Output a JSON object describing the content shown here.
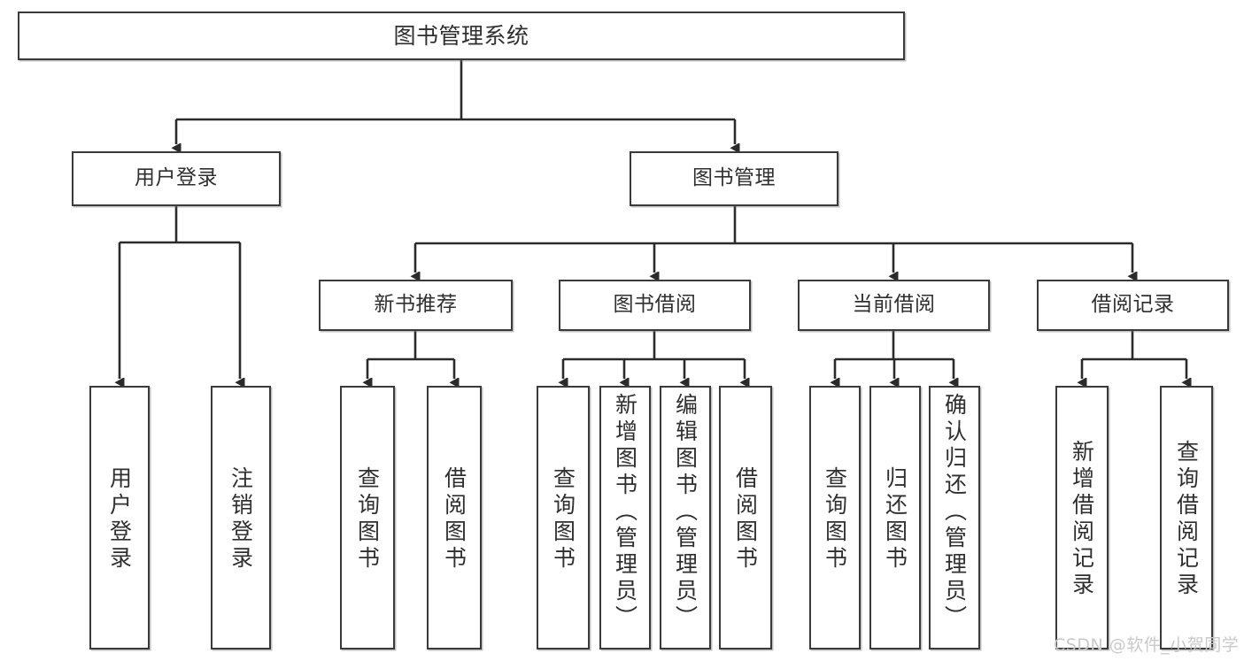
{
  "diagram": {
    "type": "tree-hierarchy-chart",
    "title": "图书管理系统",
    "root": {
      "label": "图书管理系统"
    },
    "level1": [
      {
        "label": "用户登录"
      },
      {
        "label": "图书管理"
      }
    ],
    "level2": [
      {
        "label": "新书推荐"
      },
      {
        "label": "图书借阅"
      },
      {
        "label": "当前借阅"
      },
      {
        "label": "借阅记录"
      }
    ],
    "leaves": {
      "user_login": [
        {
          "label": "用户登录"
        },
        {
          "label": "注销登录"
        }
      ],
      "new_book_recommend": [
        {
          "label": "查询图书"
        },
        {
          "label": "借阅图书"
        }
      ],
      "book_borrow": [
        {
          "label": "查询图书"
        },
        {
          "label": "新增图书（管理员）"
        },
        {
          "label": "编辑图书（管理员）"
        },
        {
          "label": "借阅图书"
        }
      ],
      "current_borrow": [
        {
          "label": "查询图书"
        },
        {
          "label": "归还图书"
        },
        {
          "label": "确认归还（管理员）"
        }
      ],
      "borrow_record": [
        {
          "label": "新增借阅记录"
        },
        {
          "label": "查询借阅记录"
        }
      ]
    }
  },
  "watermark": {
    "text": "CSDN @软件_小贺同学"
  },
  "colors": {
    "border": "#3a3a3a",
    "text": "#2f2f2f",
    "background": "#ffffff",
    "connector": "#2b2b2b",
    "watermark": "#c9c9c9"
  }
}
